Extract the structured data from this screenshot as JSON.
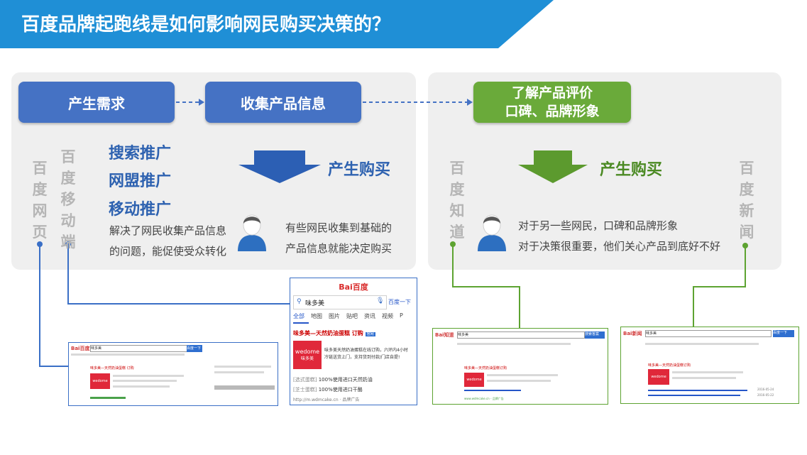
{
  "header": {
    "title": "百度品牌起跑线是如何影响网民购买决策的？"
  },
  "flow": {
    "step1": "产生需求",
    "step2": "收集产品信息",
    "step3_line1": "了解产品评价",
    "step3_line2": "口碑、品牌形象"
  },
  "left": {
    "col1": [
      "百",
      "度",
      "网",
      "页"
    ],
    "col2": [
      "百",
      "度",
      "移",
      "动",
      "端"
    ],
    "promos": [
      "搜索推广",
      "网盟推广",
      "移动推广"
    ],
    "buy_label": "产生购买",
    "desc1_line1": "解决了网民收集产品信息",
    "desc1_line2": "的问题，能促使受众转化",
    "desc2_line1": "有些网民收集到基础的",
    "desc2_line2": "产品信息就能决定购买"
  },
  "right": {
    "col1": [
      "百",
      "度",
      "知",
      "道"
    ],
    "col2": [
      "百",
      "度",
      "新",
      "闻"
    ],
    "buy_label": "产生购买",
    "desc_line1": "对于另一些网民，口碑和品牌形象",
    "desc_line2": "对于决策很重要，他们关心产品到底好不好"
  },
  "mobile_shot": {
    "logo": "Bai百度",
    "query": "味多美",
    "search_btn": "百度一下",
    "tabs": [
      "全部",
      "地图",
      "图片",
      "贴吧",
      "资讯",
      "视频",
      "P"
    ],
    "result_title": "味多美—天然奶油蛋糕 订购",
    "ad_badge": "官网",
    "brand_logo": "wedome",
    "brand_sub": "味多美",
    "result_desc1": "味多美天然奶油蛋糕在线订购，六环内4小时",
    "result_desc2": "冷链送货上门，支持货到付款/门店自提!",
    "link1_tag": "[选式蛋糕]",
    "link1_text": "100%使用进口天然奶油",
    "link2_tag": "[芝士蛋糕]",
    "link2_text": "100%使用进口干酪",
    "url": "http://m.wdmcake.cn",
    "url_suffix": "品牌广告"
  },
  "web_shot": {
    "logo": "Bai百度",
    "query": "味多美",
    "btn": "百度一下",
    "result_title": "味多美—天然奶油蛋糕 订购",
    "brand_logo": "wedome"
  },
  "zhidao_shot": {
    "logo": "Bai知道",
    "query": "味多美",
    "btn": "搜索答案",
    "result_title": "味多美—天然奶油蛋糕订购",
    "brand_logo": "wedome",
    "url": "www.wdmcake.cn - 品牌广告"
  },
  "news_shot": {
    "logo": "Bai新闻",
    "query": "味多美",
    "btn": "百度一下",
    "result_title": "味多美—天然奶油蛋糕订购",
    "brand_logo": "wedome",
    "date1": "2016-05-24",
    "date2": "2016-05-22"
  },
  "colors": {
    "header": "#1f8fd6",
    "blue_box": "#4572c4",
    "green_box": "#6aaa3a",
    "promo_text": "#2e62b0",
    "buy_text": "#2e62b0",
    "green_buy_text": "#4b8a23"
  }
}
